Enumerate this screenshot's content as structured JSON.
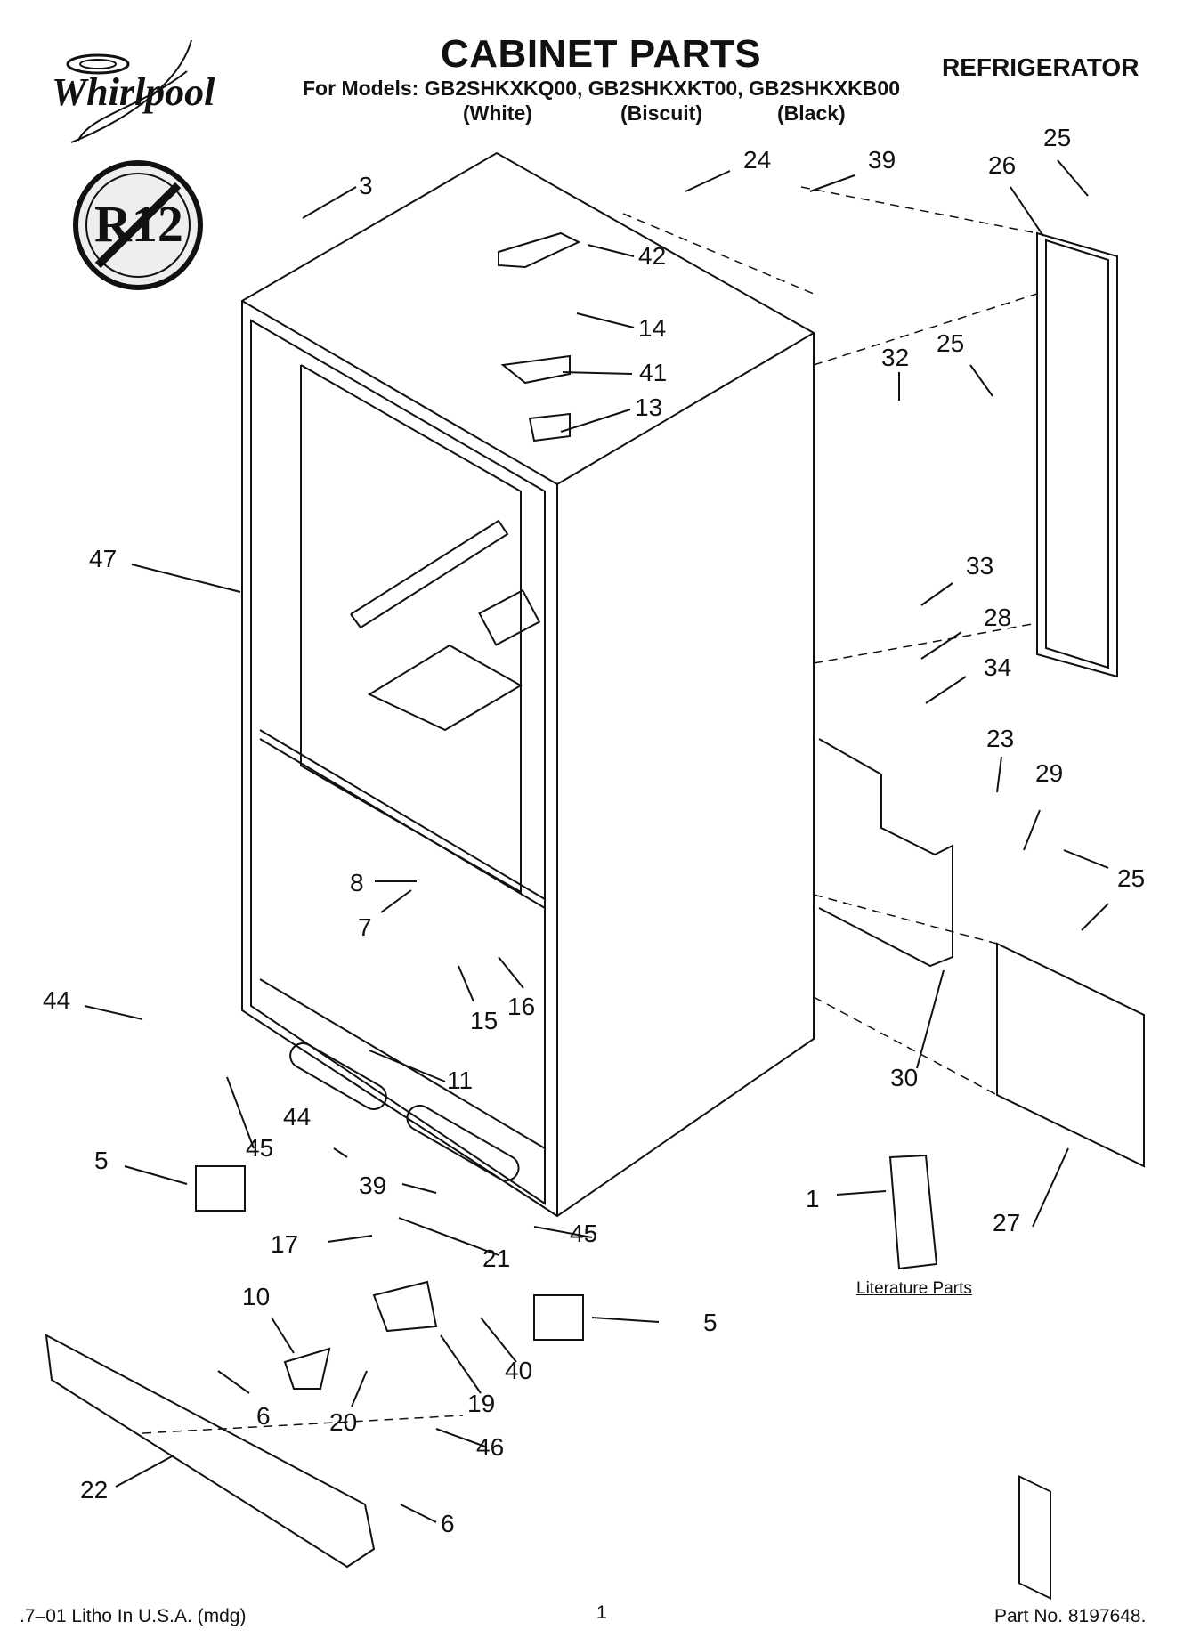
{
  "brand": "Whirlpool",
  "title": "CABINET PARTS",
  "category": "REFRIGERATOR",
  "models_line": "For Models: GB2SHKXKQ00, GB2SHKXKT00, GB2SHKXKB00",
  "variants": [
    "(White)",
    "(Biscuit)",
    "(Black)"
  ],
  "badge": "R12",
  "literature_label": "Literature Parts",
  "footer": {
    "left": ".7–01 Litho In U.S.A. (mdg)",
    "page": "1",
    "part_no": "Part No. 8197648."
  },
  "callouts": [
    "3",
    "24",
    "39",
    "25",
    "26",
    "42",
    "14",
    "41",
    "13",
    "32",
    "25",
    "47",
    "33",
    "28",
    "34",
    "23",
    "29",
    "25",
    "8",
    "7",
    "44",
    "16",
    "15",
    "11",
    "30",
    "45",
    "44",
    "5",
    "39",
    "45",
    "17",
    "21",
    "1",
    "27",
    "10",
    "40",
    "5",
    "19",
    "6",
    "20",
    "46",
    "22",
    "6"
  ]
}
